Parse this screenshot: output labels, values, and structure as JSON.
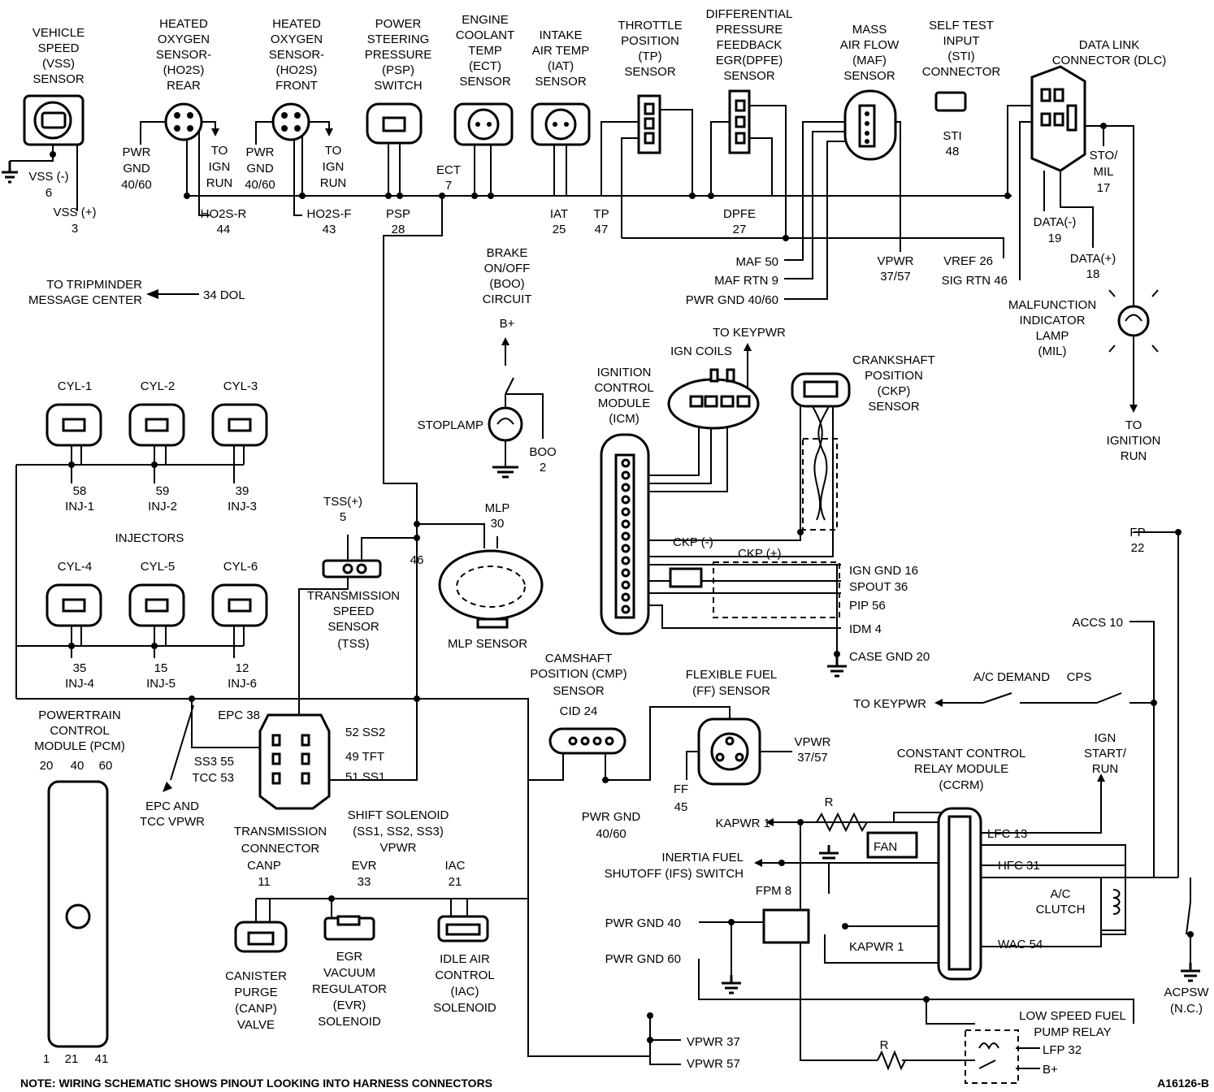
{
  "components": {
    "vss": [
      "VEHICLE",
      "SPEED",
      "(VSS)",
      "SENSOR"
    ],
    "ho2s_rear": [
      "HEATED",
      "OXYGEN",
      "SENSOR-",
      "(HO2S)",
      "REAR"
    ],
    "ho2s_front": [
      "HEATED",
      "OXYGEN",
      "SENSOR-",
      "(HO2S)",
      "FRONT"
    ],
    "psp": [
      "POWER",
      "STEERING",
      "PRESSURE",
      "(PSP)",
      "SWITCH"
    ],
    "ect": [
      "ENGINE",
      "COOLANT",
      "TEMP",
      "(ECT)",
      "SENSOR"
    ],
    "iat": [
      "INTAKE",
      "AIR TEMP",
      "(IAT)",
      "SENSOR"
    ],
    "tp": [
      "THROTTLE",
      "POSITION",
      "(TP)",
      "SENSOR"
    ],
    "dpfe": [
      "DIFFERENTIAL",
      "PRESSURE",
      "FEEDBACK",
      "EGR(DPFE)",
      "SENSOR"
    ],
    "maf": [
      "MASS",
      "AIR FLOW",
      "(MAF)",
      "SENSOR"
    ],
    "sti": [
      "SELF TEST",
      "INPUT",
      "(STI)",
      "CONNECTOR"
    ],
    "dlc": [
      "DATA LINK",
      "CONNECTOR (DLC)"
    ],
    "boo": [
      "BRAKE",
      "ON/OFF",
      "(BOO)",
      "CIRCUIT"
    ],
    "mil": [
      "MALFUNCTION",
      "INDICATOR",
      "LAMP",
      "(MIL)"
    ],
    "ign_coils": "IGN COILS",
    "icm": [
      "IGNITION",
      "CONTROL",
      "MODULE",
      "(ICM)"
    ],
    "ckp": [
      "CRANKSHAFT",
      "POSITION",
      "(CKP)",
      "SENSOR"
    ],
    "injectors": "INJECTORS",
    "tss": [
      "TRANSMISSION",
      "SPEED",
      "SENSOR",
      "(TSS)"
    ],
    "mlp_sensor": "MLP SENSOR",
    "cmp": [
      "CAMSHAFT",
      "POSITION (CMP)",
      "SENSOR"
    ],
    "ff": [
      "FLEXIBLE FUEL",
      "(FF) SENSOR"
    ],
    "pcm": [
      "POWERTRAIN",
      "CONTROL",
      "MODULE (PCM)"
    ],
    "trans_conn": [
      "TRANSMISSION",
      "CONNECTOR"
    ],
    "shift_sol": [
      "SHIFT SOLENOID",
      "(SS1, SS2, SS3)",
      "VPWR"
    ],
    "epc_tcc": [
      "EPC AND",
      "TCC VPWR"
    ],
    "canp": [
      "CANISTER",
      "PURGE",
      "(CANP)",
      "VALVE"
    ],
    "evr": [
      "EGR",
      "VACUUM",
      "REGULATOR",
      "(EVR)",
      "SOLENOID"
    ],
    "iac": [
      "IDLE AIR",
      "CONTROL",
      "(IAC)",
      "SOLENOID"
    ],
    "ccrm": [
      "CONSTANT CONTROL",
      "RELAY MODULE",
      "(CCRM)"
    ],
    "ifs": [
      "INERTIA FUEL",
      "SHUTOFF (IFS) SWITCH"
    ],
    "lfp_relay": [
      "LOW SPEED FUEL",
      "PUMP RELAY"
    ],
    "acpsw": [
      "ACPSW",
      "(N.C.)"
    ],
    "ign_start_run": [
      "IGN",
      "START/",
      "RUN"
    ],
    "to_ignition_run": [
      "TO",
      "IGNITION",
      "RUN"
    ],
    "tripminder": [
      "TO TRIPMINDER",
      "MESSAGE CENTER"
    ],
    "to_keypwr_top": "TO KEYPWR",
    "to_keypwr_ac": "TO KEYPWR",
    "stoplamp": "STOPLAMP",
    "fan": "FAN",
    "ac_clutch": [
      "A/C",
      "CLUTCH"
    ],
    "ac_demand": "A/C DEMAND",
    "cps": "CPS"
  },
  "pins": {
    "vss_minus": [
      "VSS (-)",
      "6"
    ],
    "vss_plus": [
      "VSS (+)",
      "3"
    ],
    "pwr_gnd_r": [
      "PWR",
      "GND",
      "40/60"
    ],
    "to_ign_r": [
      "TO",
      "IGN",
      "RUN"
    ],
    "pwr_gnd_f": [
      "PWR",
      "GND",
      "40/60"
    ],
    "to_ign_f": [
      "TO",
      "IGN",
      "RUN"
    ],
    "ho2s_r": [
      "HO2S-R",
      "44"
    ],
    "ho2s_f": [
      "HO2S-F",
      "43"
    ],
    "psp": [
      "PSP",
      "28"
    ],
    "ect": [
      "ECT",
      "7"
    ],
    "iat": [
      "IAT",
      "25"
    ],
    "tp": [
      "TP",
      "47"
    ],
    "dpfe": [
      "DPFE",
      "27"
    ],
    "sti": [
      "STI",
      "48"
    ],
    "sto_mil": [
      "STO/",
      "MIL",
      "17"
    ],
    "data_minus": [
      "DATA(-)",
      "19"
    ],
    "data_plus": [
      "DATA(+)",
      "18"
    ],
    "maf_50": "MAF 50",
    "maf_rtn": "MAF RTN 9",
    "pwr_gnd_maf": "PWR GND 40/60",
    "vpwr_maf": [
      "VPWR",
      "37/57"
    ],
    "vref": "VREF 26",
    "sig_rtn": "SIG RTN 46",
    "dol": "34 DOL",
    "b_plus_boo": "B+",
    "boo": [
      "BOO",
      "2"
    ],
    "to_keypwr": "TO KEYPWR",
    "inj": [
      [
        "58",
        "INJ-1"
      ],
      [
        "59",
        "INJ-2"
      ],
      [
        "39",
        "INJ-3"
      ],
      [
        "35",
        "INJ-4"
      ],
      [
        "15",
        "INJ-5"
      ],
      [
        "12",
        "INJ-6"
      ]
    ],
    "cyl": [
      "CYL-1",
      "CYL-2",
      "CYL-3",
      "CYL-4",
      "CYL-5",
      "CYL-6"
    ],
    "tss_plus": [
      "TSS(+)",
      "5"
    ],
    "tss_46": "46",
    "mlp": [
      "MLP",
      "30"
    ],
    "ckp_minus": "CKP (-)",
    "ckp_plus": "CKP (+)",
    "ign_gnd": "IGN GND 16",
    "spout": "SPOUT 36",
    "pip": "PIP 56",
    "idm": "IDM 4",
    "case_gnd": "CASE GND 20",
    "fp": [
      "FP",
      "22"
    ],
    "accs": "ACCS 10",
    "cid": "CID 24",
    "pwr_gnd_cmp": [
      "PWR GND",
      "40/60"
    ],
    "vpwr_ff": [
      "VPWR",
      "37/57"
    ],
    "ff": [
      "FF",
      "45"
    ],
    "epc": "EPC 38",
    "ss3": "SS3 55",
    "tcc": "TCC 53",
    "ss2": "52 SS2",
    "tft": "49 TFT",
    "ss1": "51 SS1",
    "pcm_grp": [
      "20",
      "40",
      "60"
    ],
    "pcm_bottom": [
      "1",
      "21",
      "41"
    ],
    "canp": [
      "CANP",
      "11"
    ],
    "evr": [
      "EVR",
      "33"
    ],
    "iac": [
      "IAC",
      "21"
    ],
    "kapwr_1a": "KAPWR 1",
    "kapwr_1b": "KAPWR 1",
    "r1": "R",
    "r2": "R",
    "fpm": "FPM 8",
    "pwr_gnd_40": "PWR GND 40",
    "pwr_gnd_60": "PWR GND 60",
    "lfc": "LFC 13",
    "hfc": "HFC 31",
    "wac": "WAC 54",
    "vpwr_37": "VPWR 37",
    "vpwr_57": "VPWR 57",
    "lfp": "LFP 32",
    "b_plus_lfp": "B+"
  },
  "footer": {
    "note": "NOTE: WIRING SCHEMATIC SHOWS PINOUT LOOKING INTO HARNESS CONNECTORS",
    "fig_id": "A16126-B"
  }
}
